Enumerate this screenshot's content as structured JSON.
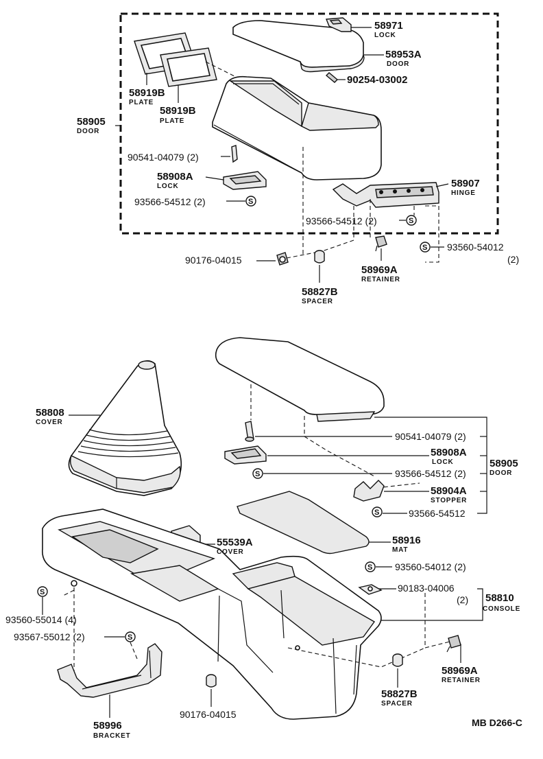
{
  "diagram_code": "MB D266-C",
  "top": {
    "p58971": {
      "num": "58971",
      "name": "LOCK"
    },
    "p58953A": {
      "num": "58953A",
      "name": "DOOR"
    },
    "p90254": {
      "num": "90254-03002"
    },
    "p58919B_1": {
      "num": "58919B",
      "name": "PLATE"
    },
    "p58919B_2": {
      "num": "58919B",
      "name": "PLATE"
    },
    "p58905": {
      "num": "58905",
      "name": "DOOR"
    },
    "p90541": {
      "num": "90541-04079",
      "qty": "(2)"
    },
    "p58908A": {
      "num": "58908A",
      "name": "LOCK"
    },
    "p93566a": {
      "num": "93566-54512",
      "qty": "(2)"
    },
    "p58907": {
      "num": "58907",
      "name": "HINGE"
    },
    "p93566b": {
      "num": "93566-54512",
      "qty": "(2)"
    },
    "p90176": {
      "num": "90176-04015"
    },
    "p93560": {
      "num": "93560-54012",
      "qty": "(2)"
    },
    "p58969A": {
      "num": "58969A",
      "name": "RETAINER"
    },
    "p58827B": {
      "num": "58827B",
      "name": "SPACER"
    }
  },
  "bottom": {
    "p58808": {
      "num": "58808",
      "name": "COVER"
    },
    "p90541": {
      "num": "90541-04079",
      "qty": "(2)"
    },
    "p58908A": {
      "num": "58908A",
      "name": "LOCK"
    },
    "p58905": {
      "num": "58905",
      "name": "DOOR"
    },
    "p93566a": {
      "num": "93566-54512",
      "qty": "(2)"
    },
    "p58904A": {
      "num": "58904A",
      "name": "STOPPER"
    },
    "p93566b": {
      "num": "93566-54512"
    },
    "p55539A": {
      "num": "55539A",
      "name": "COVER"
    },
    "p58916": {
      "num": "58916",
      "name": "MAT"
    },
    "p93560": {
      "num": "93560-54012",
      "qty": "(2)"
    },
    "p90183": {
      "num": "90183-04006",
      "qty": "(2)"
    },
    "p58810": {
      "num": "58810",
      "name": "CONSOLE"
    },
    "p93560b": {
      "num": "93560-55014",
      "qty": "(4)"
    },
    "p93567": {
      "num": "93567-55012",
      "qty": "(2)"
    },
    "p58969A": {
      "num": "58969A",
      "name": "RETAINER"
    },
    "p58827B": {
      "num": "58827B",
      "name": "SPACER"
    },
    "p90176": {
      "num": "90176-04015"
    },
    "p58996": {
      "num": "58996",
      "name": "BRACKET"
    }
  },
  "symbols": {
    "s": "S"
  }
}
